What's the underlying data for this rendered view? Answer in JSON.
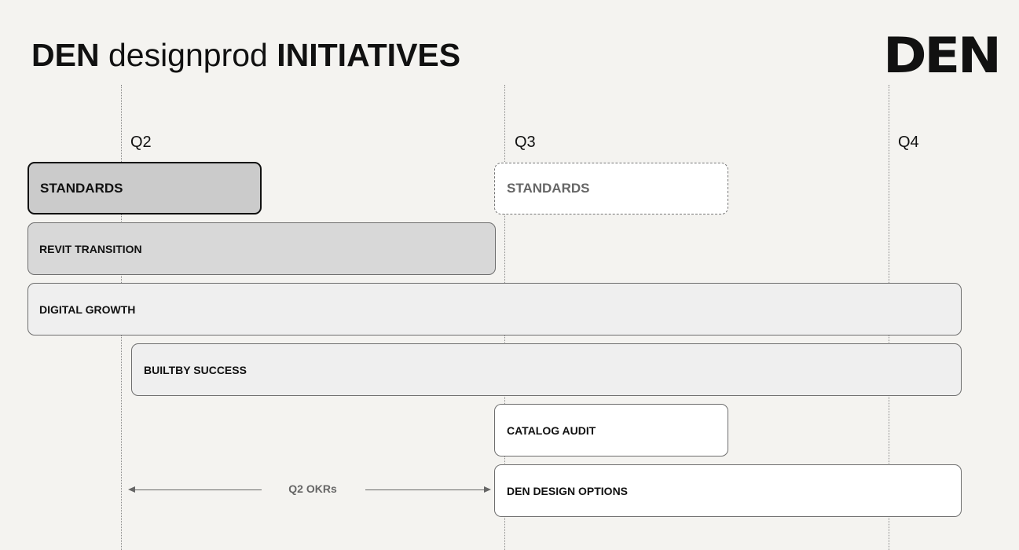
{
  "header": {
    "title_part1": "DEN",
    "title_part2": " designprod ",
    "title_part3": "INITIATIVES",
    "logo": "DEN"
  },
  "quarters": [
    "Q2",
    "Q3",
    "Q4"
  ],
  "initiatives": [
    {
      "label": "STANDARDS",
      "style": "active"
    },
    {
      "label": "STANDARDS",
      "style": "planned-dashed"
    },
    {
      "label": "REVIT TRANSITION",
      "style": "medium"
    },
    {
      "label": "DIGITAL GROWTH",
      "style": "light"
    },
    {
      "label": "BUILTBY SUCCESS",
      "style": "light"
    },
    {
      "label": "CATALOG AUDIT",
      "style": "white"
    },
    {
      "label": "DEN DESIGN OPTIONS",
      "style": "white"
    }
  ],
  "okr_label": "Q2 OKRs",
  "colors": {
    "background": "#f4f3f0",
    "active_fill": "#cbcbcb",
    "medium_fill": "#d8d8d8",
    "light_fill": "#efefef",
    "white_fill": "#ffffff",
    "border": "#6e6e6e",
    "muted_text": "#666666"
  }
}
